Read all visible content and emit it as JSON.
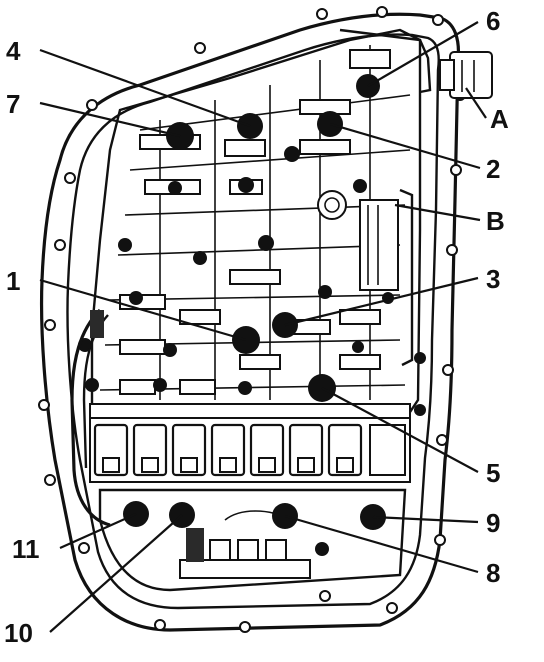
{
  "colors": {
    "ink": "#111111",
    "paper": "#ffffff"
  },
  "callouts": [
    {
      "id": "1",
      "label": "1"
    },
    {
      "id": "2",
      "label": "2"
    },
    {
      "id": "3",
      "label": "3"
    },
    {
      "id": "4",
      "label": "4"
    },
    {
      "id": "5",
      "label": "5"
    },
    {
      "id": "6",
      "label": "6"
    },
    {
      "id": "7",
      "label": "7"
    },
    {
      "id": "8",
      "label": "8"
    },
    {
      "id": "9",
      "label": "9"
    },
    {
      "id": "10",
      "label": "10"
    },
    {
      "id": "11",
      "label": "11"
    },
    {
      "id": "A",
      "label": "A"
    },
    {
      "id": "B",
      "label": "B"
    }
  ]
}
